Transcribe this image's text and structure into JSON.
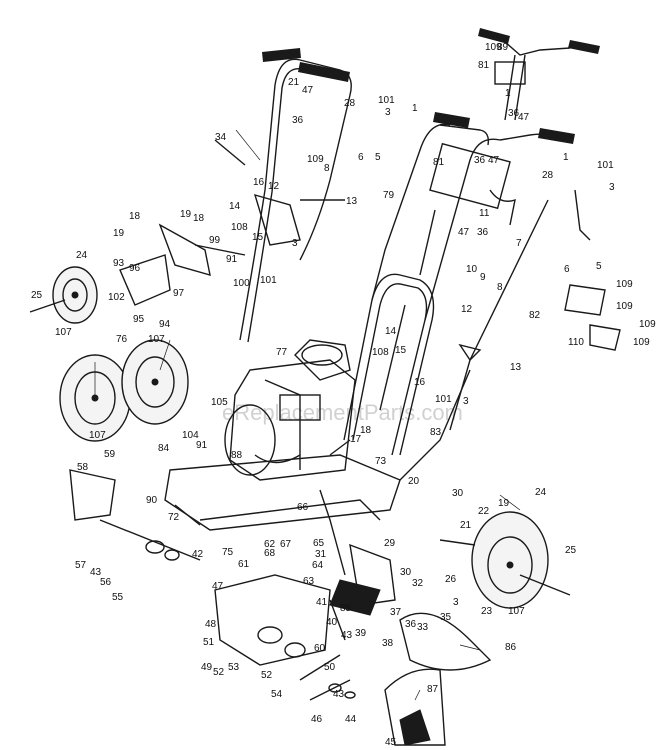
{
  "watermark": "eReplacementParts.com",
  "callouts": [
    {
      "id": "n21",
      "text": "21"
    },
    {
      "id": "n47a",
      "text": "47"
    },
    {
      "id": "n36a",
      "text": "36"
    },
    {
      "id": "n34",
      "text": "34"
    },
    {
      "id": "n28a",
      "text": "28"
    },
    {
      "id": "n101a",
      "text": "101"
    },
    {
      "id": "n3a",
      "text": "3"
    },
    {
      "id": "n109a",
      "text": "109"
    },
    {
      "id": "n8a",
      "text": "8"
    },
    {
      "id": "n6a",
      "text": "6"
    },
    {
      "id": "n5a",
      "text": "5"
    },
    {
      "id": "n16a",
      "text": "16"
    },
    {
      "id": "n12a",
      "text": "12"
    },
    {
      "id": "n14a",
      "text": "14"
    },
    {
      "id": "n13a",
      "text": "13"
    },
    {
      "id": "n108a",
      "text": "108"
    },
    {
      "id": "n15a",
      "text": "15"
    },
    {
      "id": "n3b",
      "text": "3"
    },
    {
      "id": "n101b",
      "text": "101"
    },
    {
      "id": "n18a",
      "text": "18"
    },
    {
      "id": "n19a",
      "text": "19"
    },
    {
      "id": "n19b",
      "text": "19"
    },
    {
      "id": "n18b",
      "text": "18"
    },
    {
      "id": "n99",
      "text": "99"
    },
    {
      "id": "n91a",
      "text": "91"
    },
    {
      "id": "n100",
      "text": "100"
    },
    {
      "id": "n24a",
      "text": "24"
    },
    {
      "id": "n93",
      "text": "93"
    },
    {
      "id": "n96",
      "text": "96"
    },
    {
      "id": "n25a",
      "text": "25"
    },
    {
      "id": "n102",
      "text": "102"
    },
    {
      "id": "n97",
      "text": "97"
    },
    {
      "id": "n95",
      "text": "95"
    },
    {
      "id": "n94",
      "text": "94"
    },
    {
      "id": "n107a",
      "text": "107"
    },
    {
      "id": "n89",
      "text": "89"
    },
    {
      "id": "n109b",
      "text": "109"
    },
    {
      "id": "n81a",
      "text": "81"
    },
    {
      "id": "n36b",
      "text": "36"
    },
    {
      "id": "n47b",
      "text": "47"
    },
    {
      "id": "n1a",
      "text": "1"
    },
    {
      "id": "n1b",
      "text": "1"
    },
    {
      "id": "n81b",
      "text": "81"
    },
    {
      "id": "n36c",
      "text": "36"
    },
    {
      "id": "n47c",
      "text": "47"
    },
    {
      "id": "n1c",
      "text": "1"
    },
    {
      "id": "n101c",
      "text": "101"
    },
    {
      "id": "n28b",
      "text": "28"
    },
    {
      "id": "n3c",
      "text": "3"
    },
    {
      "id": "n79",
      "text": "79"
    },
    {
      "id": "n11",
      "text": "11"
    },
    {
      "id": "n47d",
      "text": "47"
    },
    {
      "id": "n36d",
      "text": "36"
    },
    {
      "id": "n7",
      "text": "7"
    },
    {
      "id": "n10",
      "text": "10"
    },
    {
      "id": "n9",
      "text": "9"
    },
    {
      "id": "n8b",
      "text": "8"
    },
    {
      "id": "n6b",
      "text": "6"
    },
    {
      "id": "n5b",
      "text": "5"
    },
    {
      "id": "n109c",
      "text": "109"
    },
    {
      "id": "n109d",
      "text": "109"
    },
    {
      "id": "n109e",
      "text": "109"
    },
    {
      "id": "n110",
      "text": "110"
    },
    {
      "id": "n109f",
      "text": "109"
    },
    {
      "id": "n82",
      "text": "82"
    },
    {
      "id": "n12b",
      "text": "12"
    },
    {
      "id": "n14b",
      "text": "14"
    },
    {
      "id": "n108b",
      "text": "108"
    },
    {
      "id": "n15b",
      "text": "15"
    },
    {
      "id": "n16b",
      "text": "16"
    },
    {
      "id": "n13b",
      "text": "13"
    },
    {
      "id": "n101d",
      "text": "101"
    },
    {
      "id": "n3d",
      "text": "3"
    },
    {
      "id": "n76",
      "text": "76"
    },
    {
      "id": "n107b",
      "text": "107"
    },
    {
      "id": "n107c",
      "text": "107"
    },
    {
      "id": "n77",
      "text": "77"
    },
    {
      "id": "n105",
      "text": "105"
    },
    {
      "id": "n83",
      "text": "83"
    },
    {
      "id": "n17",
      "text": "17"
    },
    {
      "id": "n18c",
      "text": "18"
    },
    {
      "id": "n84",
      "text": "84"
    },
    {
      "id": "n104",
      "text": "104"
    },
    {
      "id": "n91b",
      "text": "91"
    },
    {
      "id": "n88",
      "text": "88"
    },
    {
      "id": "n73",
      "text": "73"
    },
    {
      "id": "n58",
      "text": "58"
    },
    {
      "id": "n59",
      "text": "59"
    },
    {
      "id": "n90",
      "text": "90"
    },
    {
      "id": "n72",
      "text": "72"
    },
    {
      "id": "n20",
      "text": "20"
    },
    {
      "id": "n30a",
      "text": "30"
    },
    {
      "id": "n19c",
      "text": "19"
    },
    {
      "id": "n24b",
      "text": "24"
    },
    {
      "id": "n22",
      "text": "22"
    },
    {
      "id": "n21b",
      "text": "21"
    },
    {
      "id": "n66",
      "text": "66"
    },
    {
      "id": "n65",
      "text": "65"
    },
    {
      "id": "n29",
      "text": "29"
    },
    {
      "id": "n30b",
      "text": "30"
    },
    {
      "id": "n31",
      "text": "31"
    },
    {
      "id": "n62",
      "text": "62"
    },
    {
      "id": "n68",
      "text": "68"
    },
    {
      "id": "n67",
      "text": "67"
    },
    {
      "id": "n75",
      "text": "75"
    },
    {
      "id": "n61",
      "text": "61"
    },
    {
      "id": "n64",
      "text": "64"
    },
    {
      "id": "n63",
      "text": "63"
    },
    {
      "id": "n57",
      "text": "57"
    },
    {
      "id": "n43a",
      "text": "43"
    },
    {
      "id": "n56",
      "text": "56"
    },
    {
      "id": "n55",
      "text": "55"
    },
    {
      "id": "n42",
      "text": "42"
    },
    {
      "id": "n47e",
      "text": "47"
    },
    {
      "id": "n48",
      "text": "48"
    },
    {
      "id": "n51",
      "text": "51"
    },
    {
      "id": "n49",
      "text": "49"
    },
    {
      "id": "n52a",
      "text": "52"
    },
    {
      "id": "n53",
      "text": "53"
    },
    {
      "id": "n52b",
      "text": "52"
    },
    {
      "id": "n54",
      "text": "54"
    },
    {
      "id": "n60",
      "text": "60"
    },
    {
      "id": "n41",
      "text": "41"
    },
    {
      "id": "n40",
      "text": "40"
    },
    {
      "id": "n85",
      "text": "85"
    },
    {
      "id": "n39",
      "text": "39"
    },
    {
      "id": "n37",
      "text": "37"
    },
    {
      "id": "n38",
      "text": "38"
    },
    {
      "id": "n32",
      "text": "32"
    },
    {
      "id": "n33",
      "text": "33"
    },
    {
      "id": "n3e",
      "text": "3"
    },
    {
      "id": "n35",
      "text": "35"
    },
    {
      "id": "n36e",
      "text": "36"
    },
    {
      "id": "n26",
      "text": "26"
    },
    {
      "id": "n23",
      "text": "23"
    },
    {
      "id": "n107d",
      "text": "107"
    },
    {
      "id": "n25b",
      "text": "25"
    },
    {
      "id": "n86",
      "text": "86"
    },
    {
      "id": "n43b",
      "text": "43"
    },
    {
      "id": "n50",
      "text": "50"
    },
    {
      "id": "n43c",
      "text": "43"
    },
    {
      "id": "n46",
      "text": "46"
    },
    {
      "id": "n44",
      "text": "44"
    },
    {
      "id": "n87",
      "text": "87"
    },
    {
      "id": "n45",
      "text": "45"
    }
  ]
}
